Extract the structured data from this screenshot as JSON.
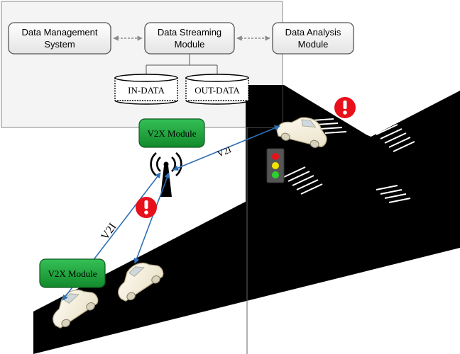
{
  "system_box": {
    "data_management": [
      "Data Management",
      "System"
    ],
    "data_streaming": [
      "Data Streaming",
      "Module"
    ],
    "data_analysis": [
      "Data Analysis",
      "Module"
    ],
    "in_data": "IN-DATA",
    "out_data": "OUT-DATA"
  },
  "v2x_top": "V2X Module",
  "v2x_bottom": "V2X Module",
  "link_labels": {
    "right": "V2I",
    "left": "V2I"
  },
  "colors": {
    "road": "#000000",
    "module_green": "#1f9a3a",
    "link_blue": "#2e6fb5",
    "alert_red": "#e8101b",
    "box_border": "#8a8a8a"
  },
  "icons": [
    "alert-icon",
    "antenna-tower-icon",
    "traffic-light-icon",
    "car-icon"
  ]
}
